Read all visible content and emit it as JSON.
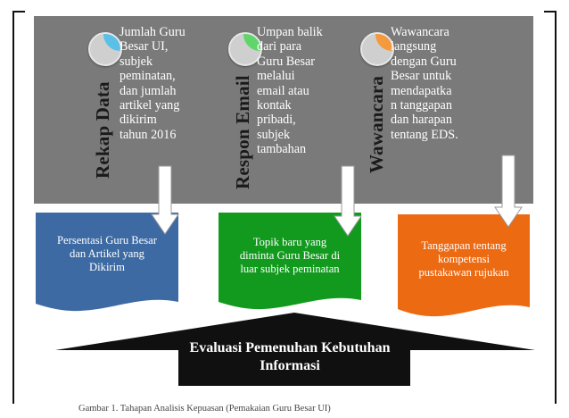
{
  "columns": [
    {
      "heading": "Rekap Data",
      "description": "Jumlah Guru\nBesar UI,\nsubjek\npeminatan,\ndan jumlah\nartikel yang\ndikirim\ntahun 2016",
      "icon_color": "#5bc0e8",
      "output": "Persentasi Guru Besar\ndan Artikel yang\nDikirim",
      "output_color": "#3d6aa3"
    },
    {
      "heading": "Respon Email",
      "description": "Umpan balik\ndari para\nGuru Besar\nmelalui\nemail atau\nkontak\npribadi,\nsubjek\ntambahan",
      "icon_color": "#5fd66a",
      "output": "Topik baru yang\ndiminta Guru Besar di\nluar subjek peminatan",
      "output_color": "#129a1e"
    },
    {
      "heading": "Wawancara",
      "description": "Wawancara\nlangsung\ndengan Guru\nBesar untuk\nmendapatka\nn tanggapan\ndan harapan\ntentang EDS.",
      "icon_color": "#f59a3c",
      "output": "Tanggapan tentang\nkompetensi\npustakawan rujukan",
      "output_color": "#ec6a12"
    }
  ],
  "result": "Evaluasi Pemenuhan Kebutuhan\nInformasi",
  "caption": "Gambar 1. Tahapan Analisis Kepuasan (Pemakaian Guru Besar UI)"
}
